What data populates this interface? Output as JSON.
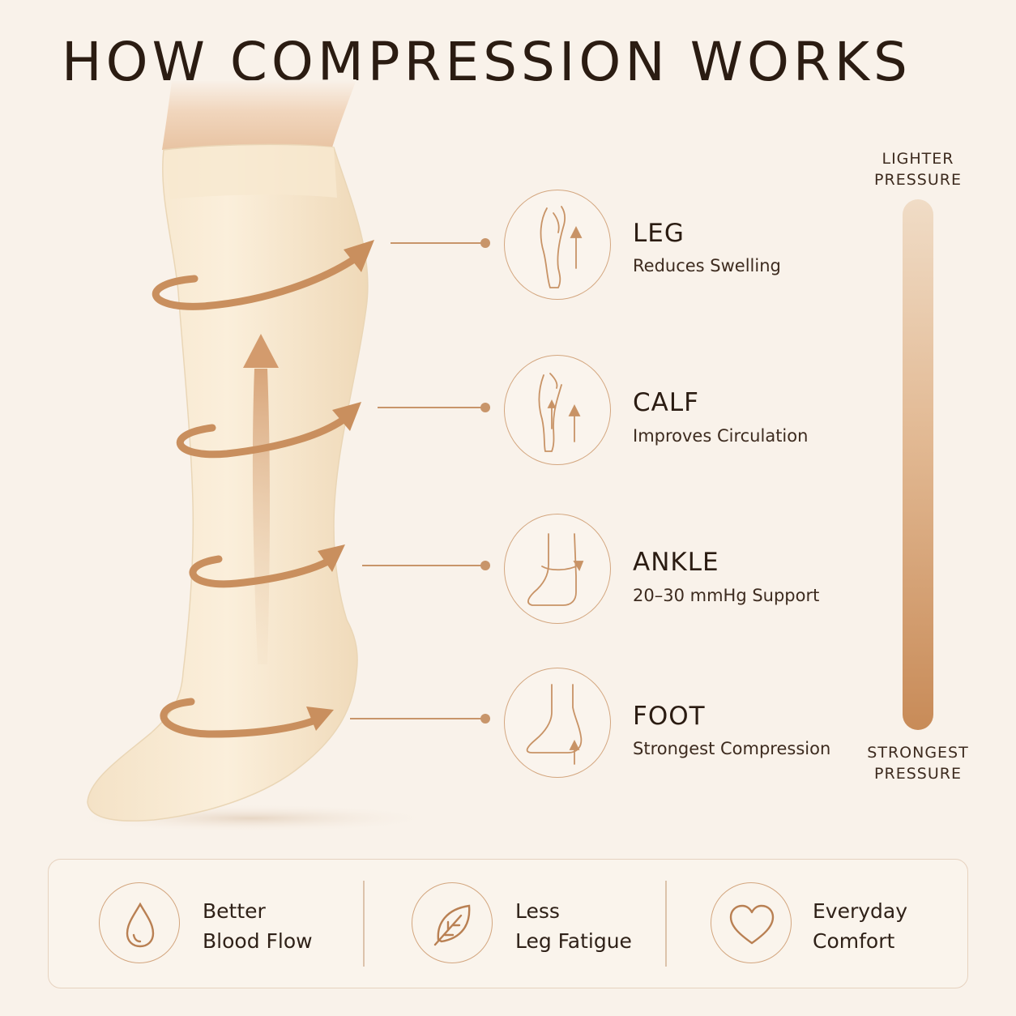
{
  "title": "HOW COMPRESSION WORKS",
  "zones": [
    {
      "title": "LEG",
      "description": "Reduces Swelling",
      "icon": "leg-icon"
    },
    {
      "title": "CALF",
      "description": "Improves Circulation",
      "icon": "calf-icon"
    },
    {
      "title": "ANKLE",
      "description": "20–30 mmHg Support",
      "icon": "ankle-icon"
    },
    {
      "title": "FOOT",
      "description": "Strongest Compression",
      "icon": "foot-icon"
    }
  ],
  "pressure_scale": {
    "top_label": "LIGHTER\nPRESSURE",
    "bottom_label": "STRONGEST\nPRESSURE",
    "gradient_colors": [
      "#f0dcc6",
      "#e2b993",
      "#c88b58"
    ]
  },
  "benefits": [
    {
      "label": "Better\nBlood Flow",
      "icon": "water-drop-icon"
    },
    {
      "label": "Less\nLeg Fatigue",
      "icon": "leaf-icon"
    },
    {
      "label": "Everyday\nComfort",
      "icon": "heart-icon"
    }
  ],
  "colors": {
    "background": "#f9f2ea",
    "accent": "#c8956a",
    "title": "#2b1c12",
    "sock": "#f6e6cc"
  }
}
